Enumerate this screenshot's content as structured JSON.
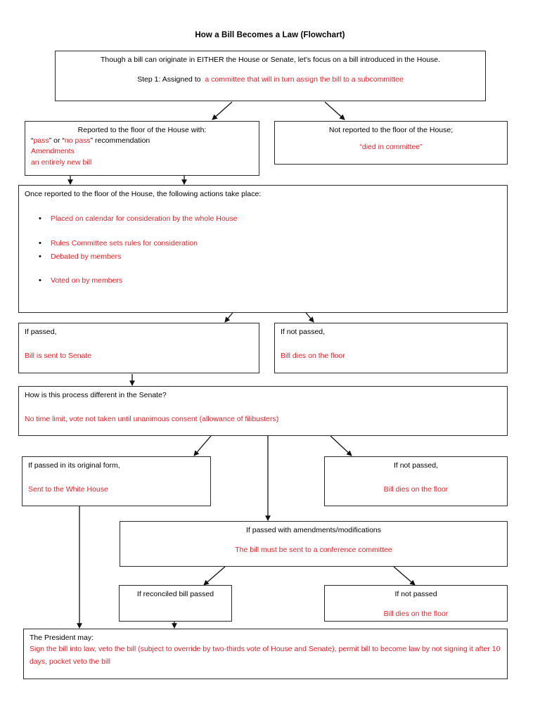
{
  "page": {
    "title": "How a Bill Becomes a Law (Flowchart)",
    "accent_red": "#ED1C24",
    "text_black": "#000000",
    "border_color": "#2b2b2b",
    "background": "#ffffff"
  },
  "flow": {
    "intro": {
      "line1": "Though a bill can originate in EITHER the House or Senate, let’s focus on a bill introduced in the House.",
      "line2_label": "Step 1: Assigned to",
      "line2_value": "a committee that will in turn assign the bill to a subcommittee"
    },
    "reported": {
      "heading": "Reported to the floor of the House with:",
      "quote_open": "“",
      "pass": "pass",
      "quote_close": "”",
      "or": " or ",
      "no_pass": "no pass",
      "recommendation": " recommendation",
      "item2": "Amendments",
      "item3": "an entirely new bill"
    },
    "not_reported": {
      "heading": "Not reported to the floor of the House;",
      "quoted": "“died in committee”"
    },
    "actions": {
      "heading": "Once reported to the floor of the House, the following actions take place:",
      "bullets": [
        "Placed on calendar for consideration by the whole House",
        "Rules Committee sets rules for consideration",
        "Debated by members",
        "Voted on by members"
      ]
    },
    "house_passed": {
      "heading": "If passed,",
      "body": "Bill is sent to Senate"
    },
    "house_not_passed": {
      "heading": "If not passed,",
      "body": "Bill dies on the floor"
    },
    "senate": {
      "heading": "How is this process different in the Senate?",
      "body": "No time limit, vote not taken until unanimous consent (allowance of filibusters)"
    },
    "senate_original": {
      "heading": "If passed in its original form,",
      "body": "Sent to the White House"
    },
    "senate_not_passed": {
      "heading": "If not passed,",
      "body": "Bill dies on the floor"
    },
    "amendments": {
      "heading": "If passed with amendments/modifications",
      "body": "The bill must be sent to a conference committee"
    },
    "reconciled_passed": {
      "heading": "If reconciled bill passed"
    },
    "reconciled_not_passed": {
      "heading": "If not passed",
      "body": "Bill dies on the floor"
    },
    "president": {
      "heading": "The President may:",
      "body": "Sign the bill into law, veto the bill (subject to override by two-thirds vote of House and Senate), permit bill to become law by not signing it after 10 days, pocket veto the bill"
    }
  }
}
